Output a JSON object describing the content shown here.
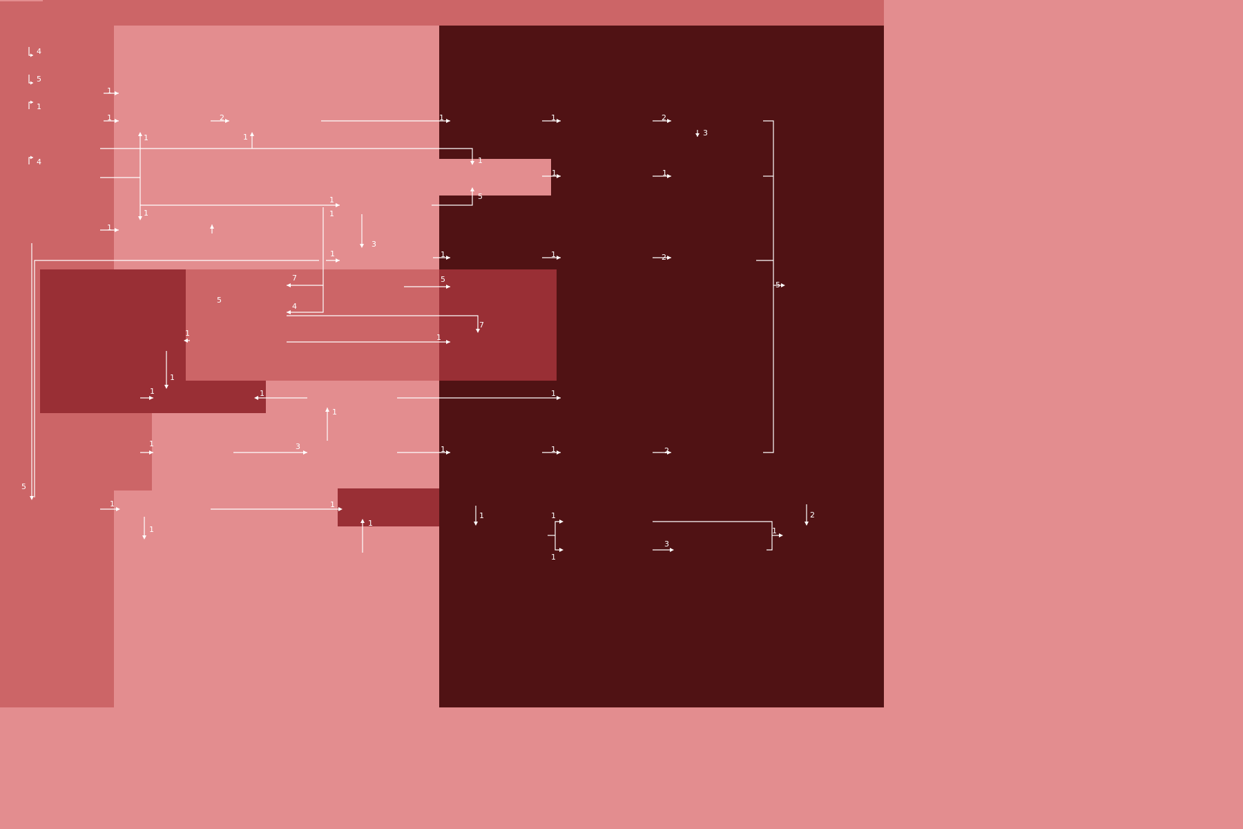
{
  "colors": {
    "background": "#e38d8f",
    "region_medium": "#cc6567",
    "region_dark": "#992f35",
    "region_darkest": "#501214",
    "line": "#ffffff"
  },
  "regions": [
    {
      "name": "top-band",
      "tone": "medium"
    },
    {
      "name": "left-column",
      "tone": "medium"
    },
    {
      "name": "right-dark-panel",
      "tone": "darkest"
    },
    {
      "name": "light-notch",
      "tone": "light"
    },
    {
      "name": "middle-band",
      "tone": "medium"
    },
    {
      "name": "left-dark-block",
      "tone": "dark"
    },
    {
      "name": "left-dark-step",
      "tone": "dark"
    },
    {
      "name": "right-dark-overlay",
      "tone": "dark"
    },
    {
      "name": "left-medium-step",
      "tone": "medium"
    },
    {
      "name": "bottom-dark-block",
      "tone": "dark"
    }
  ],
  "labels": {
    "l01": "4",
    "l02": "5",
    "l03": "1",
    "l04": "4",
    "l05": "1",
    "l06": "1",
    "l07": "2",
    "l08": "1",
    "l09": "1",
    "l10": "1",
    "l11": "2",
    "l12": "3",
    "l13": "1",
    "l14": "1",
    "l15": "1",
    "l16": "1",
    "l17": "1",
    "l18": "5",
    "l19": "1",
    "l20": "1",
    "l21": "3",
    "l22": "1",
    "l23": "1",
    "l24": "1",
    "l25": "1",
    "l26": "2",
    "l27": "5",
    "l28": "7",
    "l29": "5",
    "l30": "4",
    "l31": "7",
    "l32": "1",
    "l33": "5",
    "l34": "1",
    "l35": "1",
    "l36": "1",
    "l37": "1",
    "l38": "1",
    "l39": "1",
    "l40": "3",
    "l41": "1",
    "l42": "1",
    "l43": "2",
    "l44": "5",
    "l45": "1",
    "l46": "1",
    "l47": "1",
    "l48": "1",
    "l49": "1",
    "l50": "1",
    "l51": "1",
    "l52": "1",
    "l53": "3",
    "l54": "1",
    "l55": "2"
  }
}
